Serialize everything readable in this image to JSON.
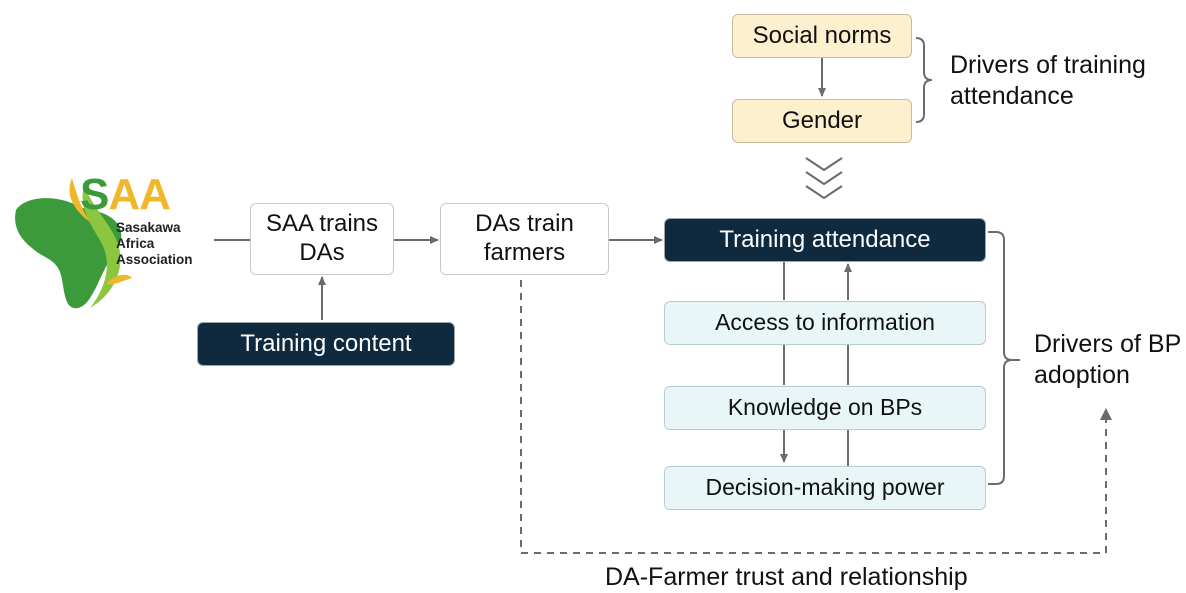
{
  "logo": {
    "acronym_s": "S",
    "acronym_aa": "AA",
    "line1": "Sasakawa",
    "line2": "Africa",
    "line3": "Association",
    "colors": {
      "green": "#3d9a3b",
      "light_green": "#8cc63f",
      "yellow": "#f0b72a"
    }
  },
  "nodes": {
    "saa_trains": "SAA trains DAs",
    "das_train": "DAs train farmers",
    "training_content": "Training content",
    "training_attendance": "Training attendance",
    "access_info": "Access to information",
    "knowledge": "Knowledge on BPs",
    "decision": "Decision-making power",
    "social_norms": "Social norms",
    "gender": "Gender"
  },
  "labels": {
    "drivers_attendance": "Drivers of training attendance",
    "drivers_bp": "Drivers of BP adoption",
    "trust": "DA-Farmer trust and relationship"
  },
  "colors": {
    "dark_box": "#0f2a3f",
    "light_box": "#e8f6f7",
    "beige_box": "#fdf0cf",
    "arrow": "#6b6b6b"
  }
}
